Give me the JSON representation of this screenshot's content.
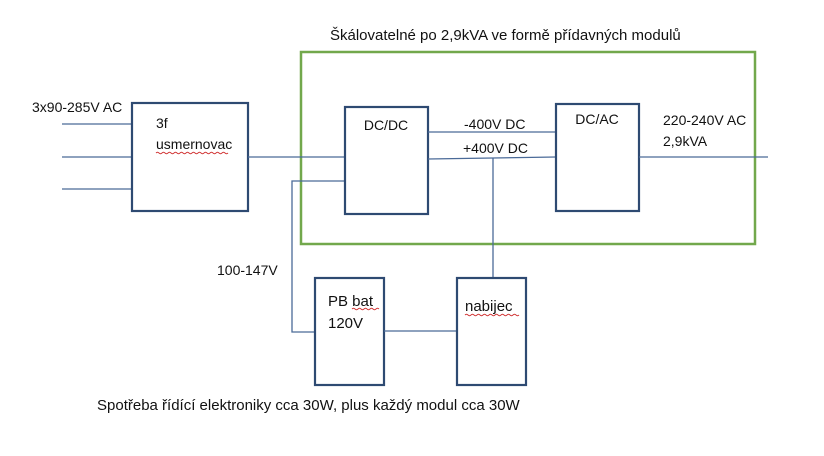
{
  "title": "Škálovatelné po 2,9kVA ve formě přídavných modulů",
  "footer": "Spotřeba řídící elektroniky cca 30W, plus každý modul cca 30W",
  "input": {
    "label": "3x90-285V AC",
    "phases": 3
  },
  "blocks": {
    "rectifier": {
      "line1": "3f",
      "line2": "usmernovac"
    },
    "dcdc": {
      "label": "DC/DC"
    },
    "dcac": {
      "label": "DC/AC"
    },
    "battery": {
      "line1": "PB bat",
      "line2": "120V"
    },
    "charger": {
      "label": "nabijec"
    }
  },
  "bus": {
    "negative": "-400V DC",
    "positive": "+400V DC"
  },
  "output": {
    "line1": "220-240V AC",
    "line2": "2,9kVA"
  },
  "battery_voltage_range": "100-147V",
  "colors": {
    "block_border": "#2e4a72",
    "wire": "#4a6a98",
    "module_frame": "#72a84c",
    "spellcheck": "#d03030"
  }
}
